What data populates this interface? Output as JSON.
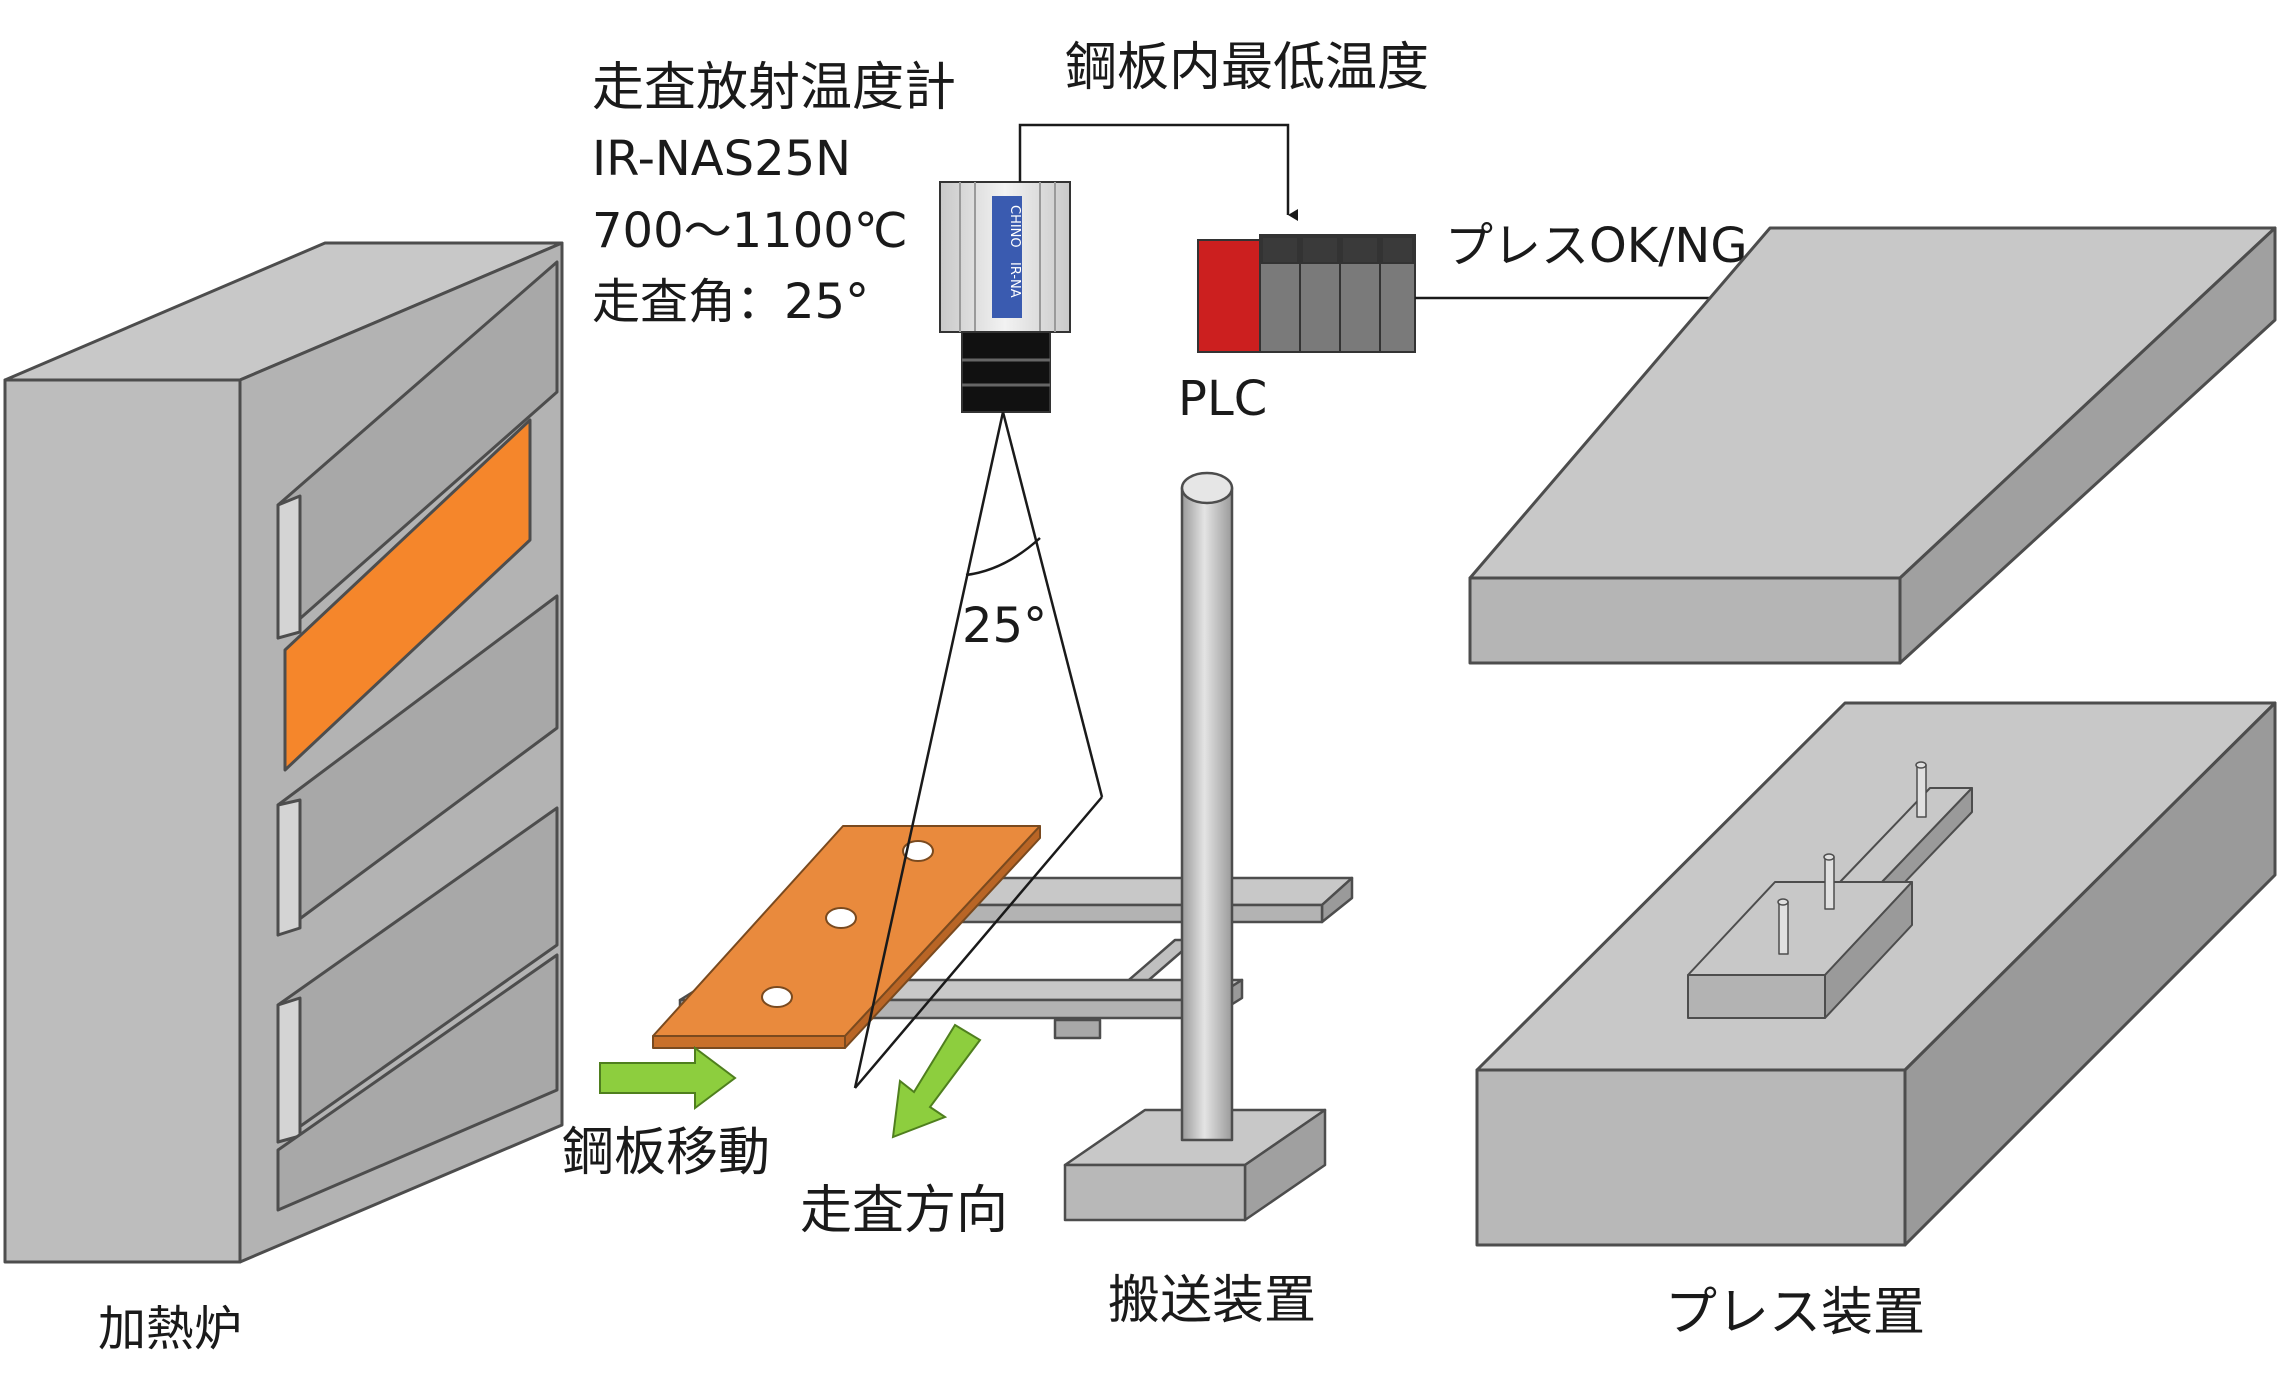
{
  "labels": {
    "pyrometer_name": "走査放射温度計",
    "pyrometer_model": "IR-NAS25N",
    "pyrometer_range": "700～1100℃",
    "pyrometer_scan_angle": "走査角：25°",
    "min_temp_signal": "鋼板内最低温度",
    "press_signal": "プレスOK/NG",
    "plc": "PLC",
    "cone_angle": "25°",
    "sheet_move": "鋼板移動",
    "scan_direction": "走査方向",
    "furnace": "加熱炉",
    "conveyor": "搬送装置",
    "press": "プレス装置"
  },
  "camera_body_text": [
    "CHINO",
    "IR-NA"
  ],
  "colors": {
    "equipment_gray": "#b3b3b3",
    "equipment_dark": "#8f8f8f",
    "furnace_opening": "#f5862b",
    "steel_sheet": "#e98a3d",
    "arrow_green": "#8dce3e",
    "plc_red": "#cc1f1f",
    "camera_badge": "#3a5bb0"
  }
}
